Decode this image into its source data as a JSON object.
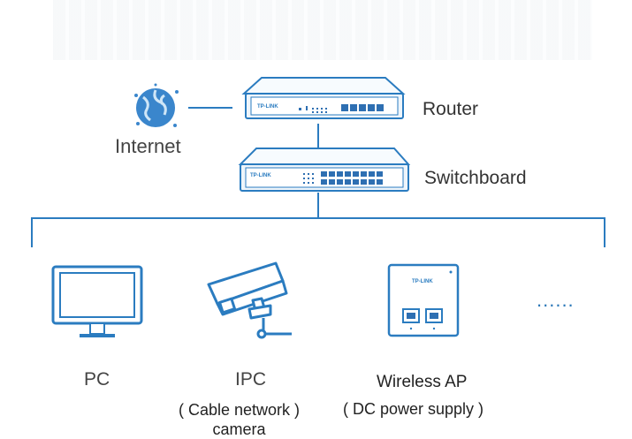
{
  "devices": {
    "router": {
      "label": "Router",
      "brand": "TP-LINK"
    },
    "switchboard": {
      "label": "Switchboard",
      "brand": "TP-LINK"
    },
    "internet": {
      "label": "Internet"
    },
    "pc": {
      "label": "PC"
    },
    "ipc": {
      "label": "IPC",
      "note_line1": "( Cable network )",
      "note_line2": "camera"
    },
    "wireless_ap": {
      "label": "Wireless AP",
      "note": "( DC power supply )",
      "brand": "TP-LINK"
    },
    "more": {
      "label": "......"
    }
  },
  "colors": {
    "line": "#2b7cc0",
    "device_fill": "#eef5fb",
    "port_fill": "#2e6fb2",
    "globe": "#3a86cc"
  }
}
